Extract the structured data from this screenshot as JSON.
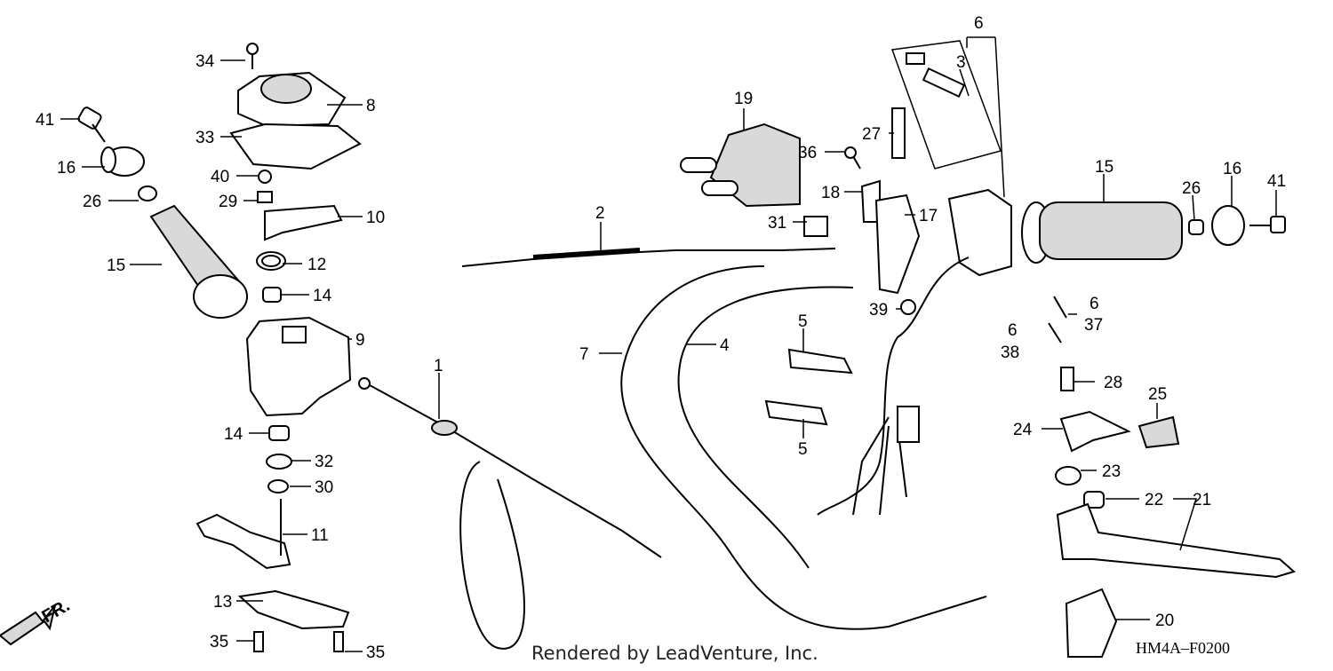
{
  "credit": "Rendered by LeadVenture, Inc.",
  "diagram_code": "HM4A–F0200",
  "direction_marker": "FR.",
  "callouts": [
    {
      "id": "c34",
      "text": "34"
    },
    {
      "id": "c8",
      "text": "8"
    },
    {
      "id": "c41l",
      "text": "41"
    },
    {
      "id": "c33",
      "text": "33"
    },
    {
      "id": "c16l",
      "text": "16"
    },
    {
      "id": "c40",
      "text": "40"
    },
    {
      "id": "c26l",
      "text": "26"
    },
    {
      "id": "c29",
      "text": "29"
    },
    {
      "id": "c10",
      "text": "10"
    },
    {
      "id": "c15l",
      "text": "15"
    },
    {
      "id": "c12",
      "text": "12"
    },
    {
      "id": "c14a",
      "text": "14"
    },
    {
      "id": "c9",
      "text": "9"
    },
    {
      "id": "c1",
      "text": "1"
    },
    {
      "id": "c14b",
      "text": "14"
    },
    {
      "id": "c32",
      "text": "32"
    },
    {
      "id": "c30",
      "text": "30"
    },
    {
      "id": "c11",
      "text": "11"
    },
    {
      "id": "c13",
      "text": "13"
    },
    {
      "id": "c35a",
      "text": "35"
    },
    {
      "id": "c35b",
      "text": "35"
    },
    {
      "id": "c2",
      "text": "2"
    },
    {
      "id": "c7",
      "text": "7"
    },
    {
      "id": "c4",
      "text": "4"
    },
    {
      "id": "c19",
      "text": "19"
    },
    {
      "id": "c31",
      "text": "31"
    },
    {
      "id": "c36",
      "text": "36"
    },
    {
      "id": "c18",
      "text": "18"
    },
    {
      "id": "c17",
      "text": "17"
    },
    {
      "id": "c27",
      "text": "27"
    },
    {
      "id": "c6a",
      "text": "6"
    },
    {
      "id": "c3",
      "text": "3"
    },
    {
      "id": "c5a",
      "text": "5"
    },
    {
      "id": "c5b",
      "text": "5"
    },
    {
      "id": "c39",
      "text": "39"
    },
    {
      "id": "c15r",
      "text": "15"
    },
    {
      "id": "c26r",
      "text": "26"
    },
    {
      "id": "c16r",
      "text": "16"
    },
    {
      "id": "c41r",
      "text": "41"
    },
    {
      "id": "c6b",
      "text": "6"
    },
    {
      "id": "c37",
      "text": "37"
    },
    {
      "id": "c6c",
      "text": "6"
    },
    {
      "id": "c38",
      "text": "38"
    },
    {
      "id": "c28",
      "text": "28"
    },
    {
      "id": "c25",
      "text": "25"
    },
    {
      "id": "c24",
      "text": "24"
    },
    {
      "id": "c23",
      "text": "23"
    },
    {
      "id": "c22",
      "text": "22"
    },
    {
      "id": "c21",
      "text": "21"
    },
    {
      "id": "c20",
      "text": "20"
    }
  ]
}
